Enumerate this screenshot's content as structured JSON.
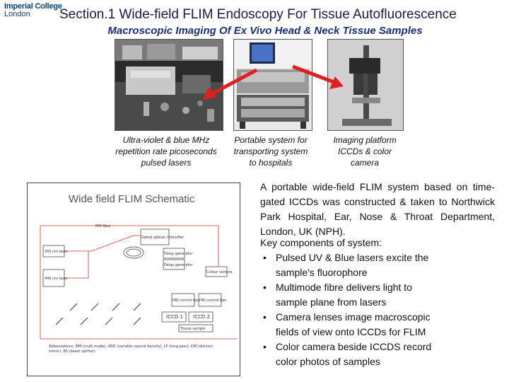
{
  "logo": {
    "line1": "Imperial College",
    "line2": "London"
  },
  "title": "Section.1 Wide-field FLIM Endoscopy For Tissue Autofluorescence",
  "subtitle": "Macroscopic Imaging Of Ex Vivo Head & Neck Tissue Samples",
  "captions": [
    [
      "Ultra-violet & blue MHz",
      "repetition rate picoseconds",
      "pulsed lasers"
    ],
    [
      "Portable system for",
      "transporting system",
      "to hospitals"
    ],
    [
      "Imaging platform",
      "ICCDs & color",
      "camera"
    ]
  ],
  "schematic": {
    "title": "Wide field FLIM Schematic",
    "labels": {
      "laser1": "355 nm laser",
      "laser2": "440 nm laser",
      "fiber": "MM fibre",
      "gated_optics": "Gated optical intensifier",
      "iccd1": "ICCD 1",
      "iccd2": "ICCD 2",
      "hri1": "HRI control box",
      "hri2": "HRI control box",
      "tissue": "Tissue sample",
      "delay1": "Delay generator",
      "delay2": "Delay generator",
      "color_cam": "Colour camera",
      "abbrev": "Abbreviations: MM (multi mode), VND (variable neutral density), LP (long pass), DM (dichroic mirror), BS (beam splitter)"
    }
  },
  "description": "A portable wide-field FLIM system based on time-gated ICCDs was constructed & taken to Northwick Park Hospital, Ear, Nose & Throat Department, London, UK (NPH).",
  "key": {
    "heading": "Key components of system:",
    "items": [
      [
        "Pulsed UV & Blue lasers excite the",
        "sample's fluorophore"
      ],
      [
        "Multimode fibre delivers light to",
        "sample plane from lasers"
      ],
      [
        "Camera lenses image macroscopic",
        "fields of view onto ICCDs for FLIM"
      ],
      [
        "Color camera beside ICCDS record",
        "color photos of samples"
      ]
    ]
  },
  "colors": {
    "arrow": "#e02020",
    "beam": "#d93030",
    "title": "#1b2f7a"
  }
}
